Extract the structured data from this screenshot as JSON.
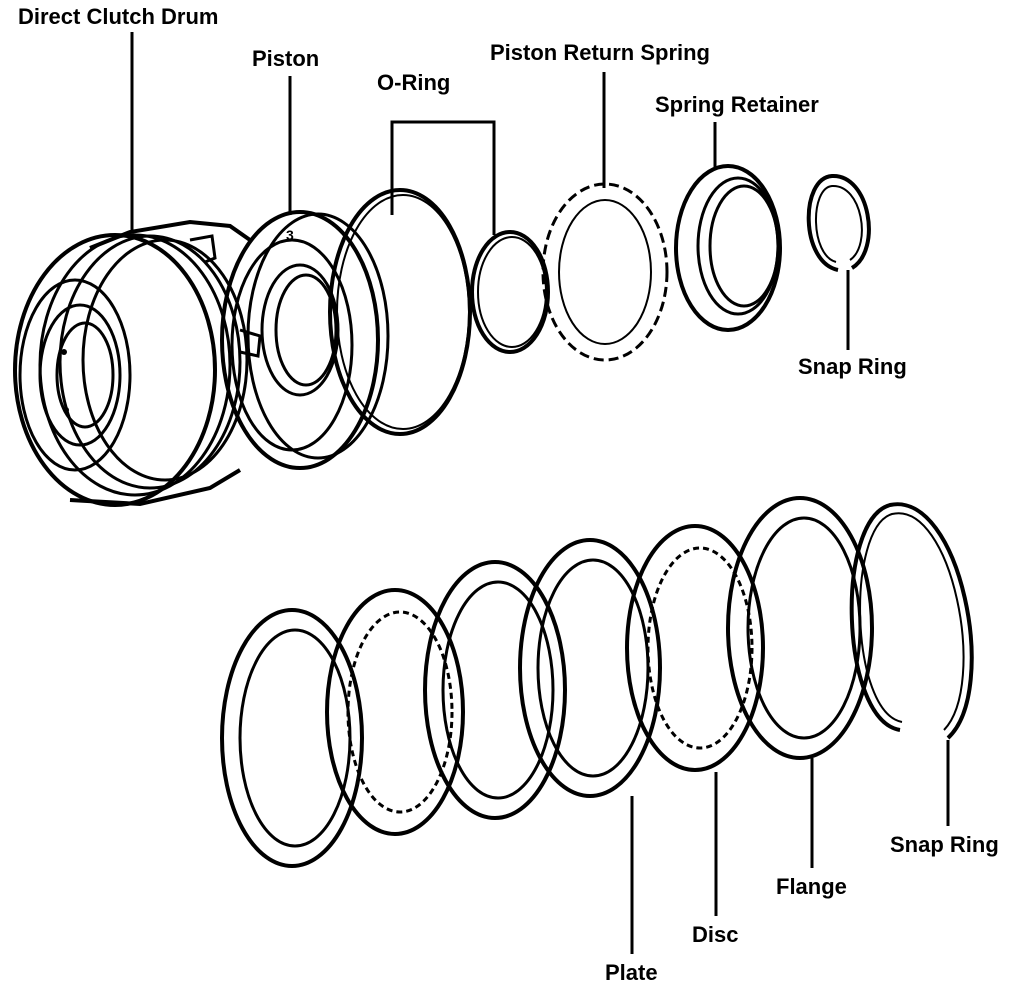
{
  "labels": {
    "direct_clutch_drum": "Direct Clutch Drum",
    "piston": "Piston",
    "o_ring": "O-Ring",
    "piston_return_spring": "Piston Return Spring",
    "spring_retainer": "Spring Retainer",
    "snap_ring_upper": "Snap Ring",
    "snap_ring_lower": "Snap Ring",
    "flange": "Flange",
    "disc": "Disc",
    "plate": "Plate"
  },
  "piston_mark": "3"
}
